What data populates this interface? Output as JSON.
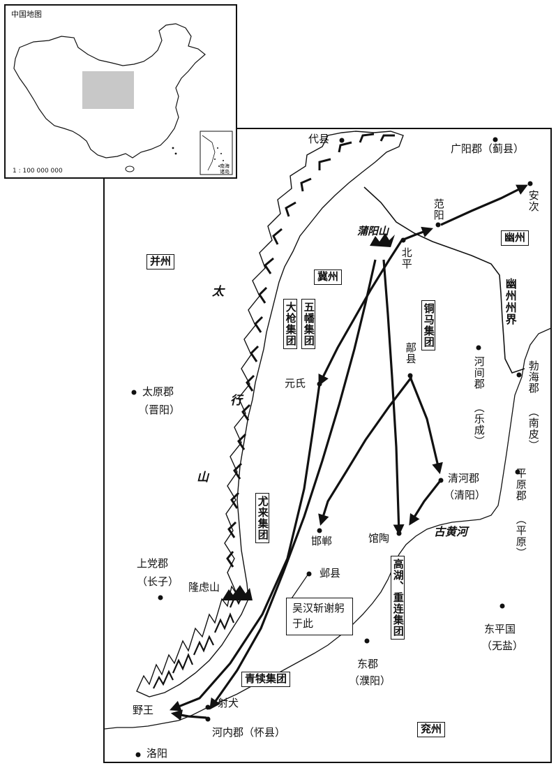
{
  "inset": {
    "title": "中国地图",
    "scale": "1 : 100 000 000",
    "south_sea_label": "南海诸岛"
  },
  "regions": {
    "bingzhou": "并州",
    "jizhou": "冀州",
    "youzhou": "幽州",
    "yanzhou": "兖州",
    "youzhou_boundary": "幽州州界"
  },
  "mountains": {
    "taihang_1": "太",
    "taihang_2": "行",
    "taihang_3": "山",
    "puyang": "蒲阳山",
    "longlu": "隆虑山"
  },
  "river": {
    "label": "古黄河"
  },
  "places": {
    "daixian": "代县",
    "guangyang": "广阳郡（蓟县）",
    "anci": "安次",
    "fanyang": "范阳",
    "beiping": "北平",
    "yuanshi": "元氏",
    "haoxian": "鄗县",
    "hejian": "河间郡",
    "hejian_seat": "（乐成）",
    "bohai": "勃海郡",
    "bohai_seat": "（南皮）",
    "taiyuan": "太原郡",
    "taiyuan_seat": "（晋阳）",
    "qinghe": "清河郡",
    "qinghe_seat": "（清阳）",
    "pingyuan": "平原郡",
    "pingyuan_seat": "（平原）",
    "handan": "邯郸",
    "guantao": "馆陶",
    "shangdang": "上党郡",
    "shangdang_seat": "（长子）",
    "yexian": "邺县",
    "dongping": "东平国",
    "dongping_seat": "（无盐）",
    "dongjun": "东郡",
    "dongjun_seat": "（濮阳）",
    "yewang": "野王",
    "sheqiu": "射犬",
    "henei": "河内郡（怀县）",
    "luoyang": "洛阳"
  },
  "groups": {
    "daqiang": "大枪集团",
    "wufan": "五幡集团",
    "tongma": "铜马集团",
    "youlai": "尤来集团",
    "gaohu": "高湖、重连集团",
    "qingdu": "青犊集团"
  },
  "annotation": {
    "text": "吴汉斩谢躬于此"
  },
  "colors": {
    "ink": "#111111",
    "highlight": "#c8c8c8"
  }
}
